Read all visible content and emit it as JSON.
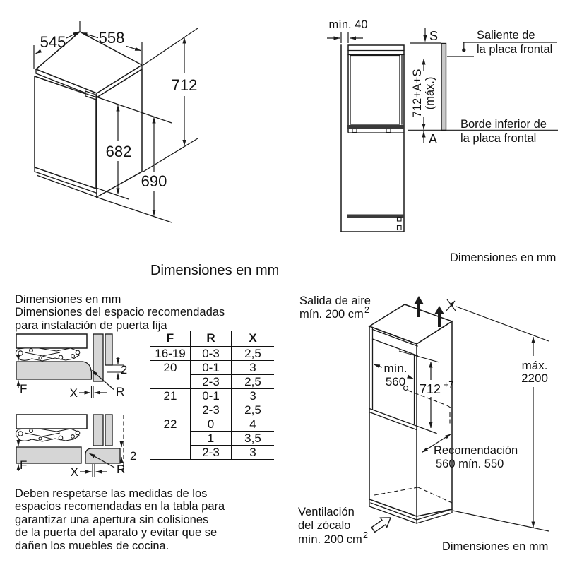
{
  "colors": {
    "ink": "#1a1a1a",
    "gray_fill": "#d6d6d6",
    "panel_gray": "#c9c9c9"
  },
  "center_title": "Dimensiones en mm",
  "appliance_fig": {
    "depth": "545",
    "width": "558",
    "height": "712",
    "door_height": "682",
    "body_height": "690"
  },
  "side_fig": {
    "min_gap": "mín. 40",
    "s": "S",
    "a": "A",
    "stack": "712+A+S",
    "stack_max": "(máx.)",
    "callout_top_line1": "Saliente de",
    "callout_top_line2": "la placa frontal",
    "callout_bottom_line1": "Borde inferior de",
    "callout_bottom_line2": "la placa frontal",
    "units": "Dimensiones en mm"
  },
  "hinge_section": {
    "intro_line1": "Dimensiones en mm",
    "intro_line2": "Dimensiones del espacio recomendadas",
    "intro_line3": "para instalación de puerta fija",
    "f": "F",
    "x": "X",
    "r": "R",
    "clearance": "2",
    "table": {
      "col_f": "F",
      "col_r": "R",
      "col_x": "X",
      "rows": [
        {
          "f": "16-19",
          "r": "0-3",
          "x": "2,5"
        },
        {
          "f": "20",
          "r": "0-1",
          "x": "3"
        },
        {
          "f": "",
          "r": "2-3",
          "x": "2,5"
        },
        {
          "f": "21",
          "r": "0-1",
          "x": "3"
        },
        {
          "f": "",
          "r": "2-3",
          "x": "2,5"
        },
        {
          "f": "22",
          "r": "0",
          "x": "4"
        },
        {
          "f": "",
          "r": "1",
          "x": "3,5"
        },
        {
          "f": "",
          "r": "2-3",
          "x": "3"
        }
      ]
    },
    "note_line1": "Deben respetarse las medidas de los",
    "note_line2": "espacios recomendadas en la tabla para",
    "note_line3": "garantizar una apertura sin colisiones",
    "note_line4": "de la puerta del aparato y evitar que se",
    "note_line5": "dañen los muebles de cocina."
  },
  "niche_fig": {
    "air_out_line1": "Salida de aire",
    "air_out_line2": "mín. 200 cm",
    "air_out_sup": "2",
    "niche_width_label": "mín.",
    "niche_width_value": "560",
    "niche_height": "712",
    "niche_height_sup": "+7",
    "max_label": "máx.",
    "max_value": "2200",
    "rec_line1": "Recomendación",
    "rec_line2": "560 mín. 550",
    "vent_line1": "Ventilación",
    "vent_line2": "del zócalo",
    "vent_line3": "mín. 200 cm",
    "vent_sup": "2",
    "units": "Dimensiones en mm"
  }
}
